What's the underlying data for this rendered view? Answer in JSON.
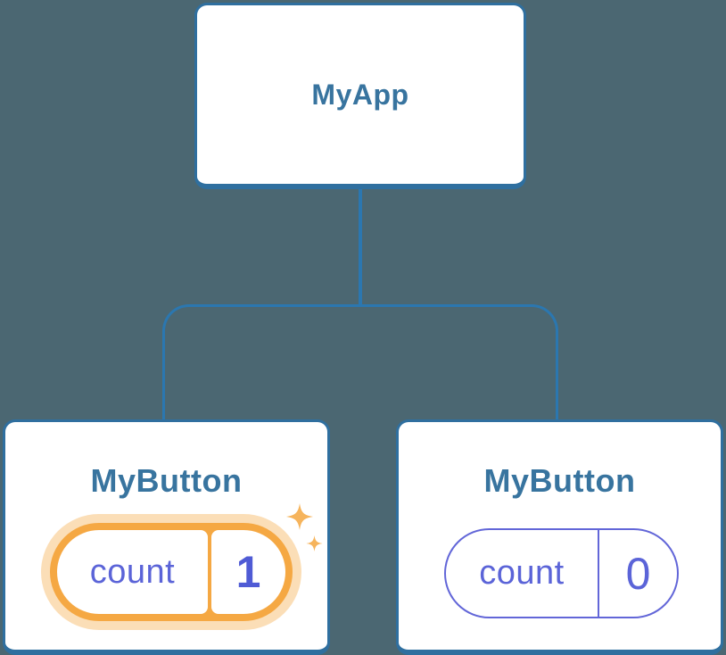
{
  "diagram": {
    "background_color": "#4B6772",
    "node_border_color": "#2F6F9F",
    "connector_color": "#2B77B0",
    "title_color": "#38749F",
    "state_text_color": "#5B64D8",
    "highlight_color": "#F5A843",
    "highlight_halo_color": "#FBDDB7",
    "sparkle_color": "#F6B45C"
  },
  "nodes": {
    "app": {
      "label": "MyApp"
    },
    "left_button": {
      "label": "MyButton",
      "state_key": "count",
      "state_value": "1",
      "highlighted": true
    },
    "right_button": {
      "label": "MyButton",
      "state_key": "count",
      "state_value": "0",
      "highlighted": false
    }
  }
}
